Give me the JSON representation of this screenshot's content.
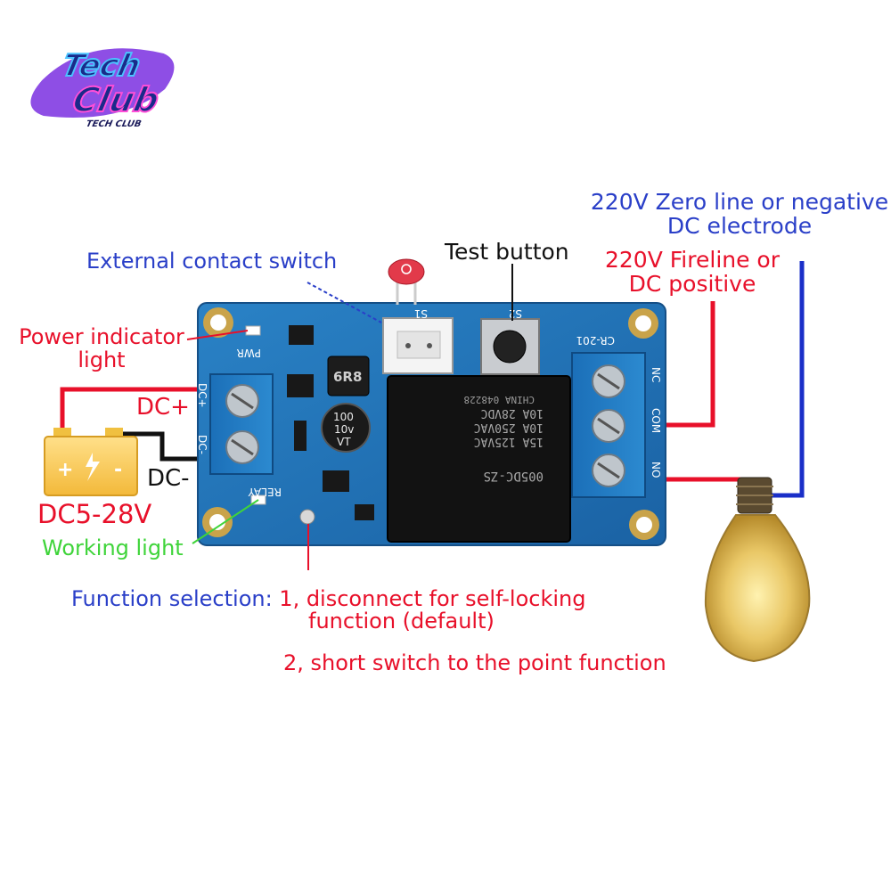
{
  "logo": {
    "line1": "Tech",
    "line2": "Club",
    "sub": "TECH CLUB"
  },
  "colors": {
    "board": "#1f73b7",
    "annot_blue": "#2a3fc8",
    "annot_red": "#e8102a",
    "annot_green": "#3fd43a",
    "wire_red": "#e8102a",
    "wire_blue": "#1a2fc8"
  },
  "labels": {
    "external_switch": "External contact switch",
    "test_button": "Test button",
    "zero_line_1": "220V Zero line or negative",
    "zero_line_2": "DC electrode",
    "fireline_1": "220V Fireline or",
    "fireline_2": "DC positive",
    "power_indicator_1": "Power indicator",
    "power_indicator_2": "light",
    "dc_plus": "DC+",
    "dc_minus": "DC-",
    "dc_range": "DC5-28V",
    "working_light": "Working light",
    "function_1a": "Function selection: ",
    "function_1b": "1, disconnect for self-locking",
    "function_1c": "function (default)",
    "function_2": "2, short switch to the point function"
  },
  "board": {
    "silk_dc_plus": "DC+",
    "silk_dc_minus": "DC-",
    "silk_pwr": "PWR",
    "silk_relay": "RELAY",
    "silk_s1": "S1",
    "silk_s2": "S2",
    "silk_cr": "CR-201",
    "silk_nc": "NC",
    "silk_com": "COM",
    "silk_no": "NO",
    "inductor": "6R8",
    "cap_1": "100",
    "cap_2": "10v",
    "cap_3": "VT",
    "relay_1": "10A 28VDC",
    "relay_2": "10A 250VAC",
    "relay_3": "15A 125VAC",
    "relay_4": "005DC-ZS",
    "relay_small": "CHINA 048228"
  },
  "battery": {
    "plus": "+",
    "minus": "-"
  }
}
